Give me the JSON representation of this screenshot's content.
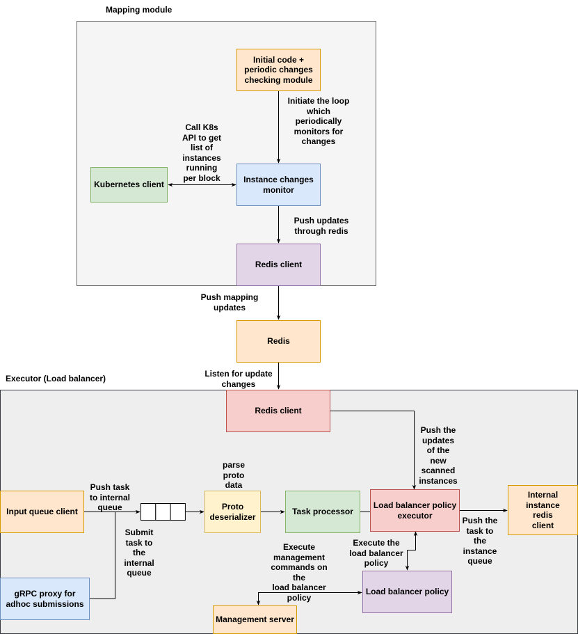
{
  "groups": {
    "mapping": {
      "title": "Mapping module",
      "fill": "#f5f5f5",
      "stroke": "#666666"
    },
    "executor": {
      "title": "Executor (Load balancer)",
      "fill": "#eeeeee",
      "stroke": "#36393d"
    }
  },
  "nodes": {
    "initial_code": {
      "label": "Initial code +\nperiodic changes\nchecking module",
      "fill": "#ffe6cc",
      "stroke": "#d79b00"
    },
    "kubernetes_client": {
      "label": "Kubernetes client",
      "fill": "#d5e8d4",
      "stroke": "#82b366"
    },
    "instance_monitor": {
      "label": "Instance changes\nmonitor",
      "fill": "#dae8fc",
      "stroke": "#6c8ebf"
    },
    "redis_client_mapping": {
      "label": "Redis client",
      "fill": "#e1d5e7",
      "stroke": "#9673a6"
    },
    "redis": {
      "label": "Redis",
      "fill": "#ffe6cc",
      "stroke": "#d79b00"
    },
    "redis_client_executor": {
      "label": "Redis client",
      "fill": "#f8cecc",
      "stroke": "#b85450"
    },
    "input_queue_client": {
      "label": "Input queue client",
      "fill": "#ffe6cc",
      "stroke": "#d79b00"
    },
    "grpc_proxy": {
      "label": "gRPC proxy for\nadhoc submissions",
      "fill": "#dae8fc",
      "stroke": "#6c8ebf"
    },
    "proto_deserializer": {
      "label": "Proto\ndeserializer",
      "fill": "#fff2cc",
      "stroke": "#d6b656"
    },
    "task_processor": {
      "label": "Task processor",
      "fill": "#d5e8d4",
      "stroke": "#82b366"
    },
    "lb_policy_executor": {
      "label": "Load balancer policy\nexecutor",
      "fill": "#f8cecc",
      "stroke": "#b85450"
    },
    "internal_redis_client": {
      "label": "Internal\ninstance\nredis\nclient",
      "fill": "#ffe6cc",
      "stroke": "#d79b00"
    },
    "lb_policy": {
      "label": "Load balancer policy",
      "fill": "#e1d5e7",
      "stroke": "#9673a6"
    },
    "management_server": {
      "label": "Management server",
      "fill": "#ffe6cc",
      "stroke": "#d79b00"
    }
  },
  "edge_labels": {
    "initiate_loop": "Initiate the loop\nwhich\nperiodically\nmonitors for\nchanges",
    "call_k8s": "Call K8s\nAPI to get\nlist of\ninstances\nrunning\nper block",
    "push_updates_redis": "Push updates\nthrough redis",
    "push_mapping": "Push mapping\nupdates",
    "listen_update": "Listen for update\nchanges",
    "push_scanned": "Push the\nupdates\nof the\nnew\nscanned\ninstances",
    "push_task_internal": "Push task\nto internal\nqueue",
    "submit_task": "Submit\ntask to\nthe\ninternal\nqueue",
    "parse_proto": "parse\nproto\ndata",
    "execute_mgmt": "Execute\nmanagement\ncommands on the\nload balancer\npolicy",
    "execute_lb_policy": "Execute the\nload balancer\npolicy",
    "push_instance_queue": "Push the\ntask to\nthe\ninstance\nqueue"
  },
  "queue": {
    "slots": 3
  }
}
